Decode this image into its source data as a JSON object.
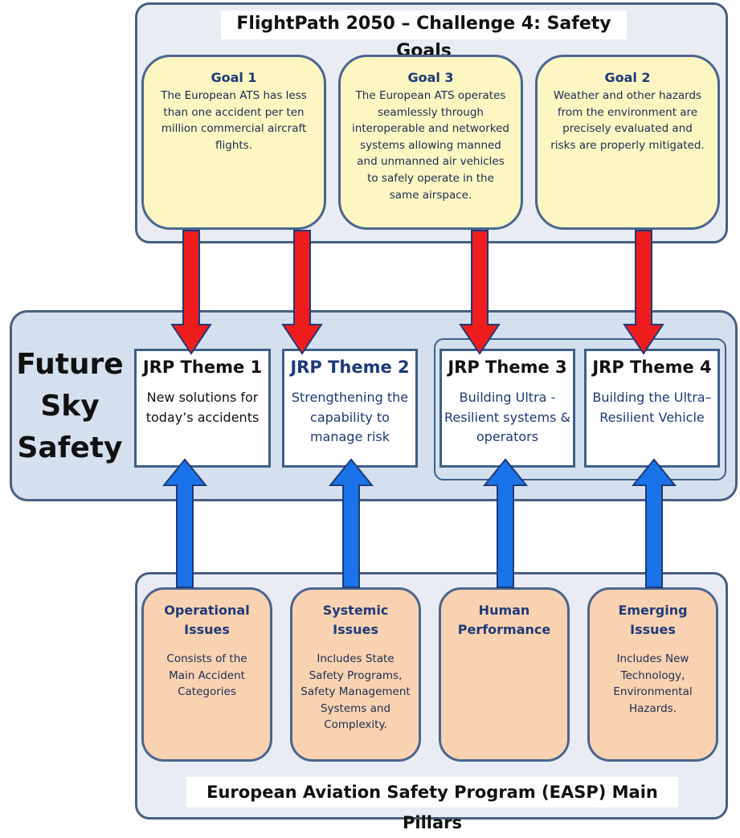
{
  "top_panel": {
    "title": "FlightPath 2050 – Challenge 4: Safety Goals",
    "goals": [
      {
        "title": "Goal 1",
        "text": "The European ATS has less than one accident per ten million commercial aircraft flights."
      },
      {
        "title": "Goal 3",
        "text": "The European ATS operates seamlessly through interoperable and networked systems allowing manned and unmanned air vehicles to safely operate in the same airspace."
      },
      {
        "title": "Goal 2",
        "text": "Weather and other hazards from the environment are precisely evaluated and risks are properly mitigated."
      }
    ]
  },
  "middle_panel": {
    "title_lines": [
      "Future",
      "Sky",
      "Safety"
    ],
    "themes": [
      {
        "title": "JRP Theme 1",
        "text": "New solutions for today’s accidents"
      },
      {
        "title": "JRP Theme 2",
        "text": "Strengthening the capability to manage risk"
      },
      {
        "title": "JRP Theme 3",
        "text": "Building Ultra - Resilient systems & operators"
      },
      {
        "title": "JRP Theme 4",
        "text": "Building the Ultra–Resilient Vehicle"
      }
    ]
  },
  "bottom_panel": {
    "title": "European Aviation Safety Program (EASP) Main Pillars",
    "pillars": [
      {
        "title": "Operational Issues",
        "text": "Consists of the Main Accident Categories"
      },
      {
        "title": "Systemic Issues",
        "text": "Includes State Safety Programs, Safety Management Systems and Complexity."
      },
      {
        "title": "Human Performance",
        "text": ""
      },
      {
        "title": "Emerging Issues",
        "text": "Includes New Technology, Environmental Hazards."
      }
    ]
  },
  "colors": {
    "goal_fill": "#fbf6c2",
    "pillar_fill": "#f9d2b1",
    "red_arrow": "#ee1c1c",
    "blue_arrow": "#1a73e8",
    "dark_blue_text": "#1f3a78"
  }
}
